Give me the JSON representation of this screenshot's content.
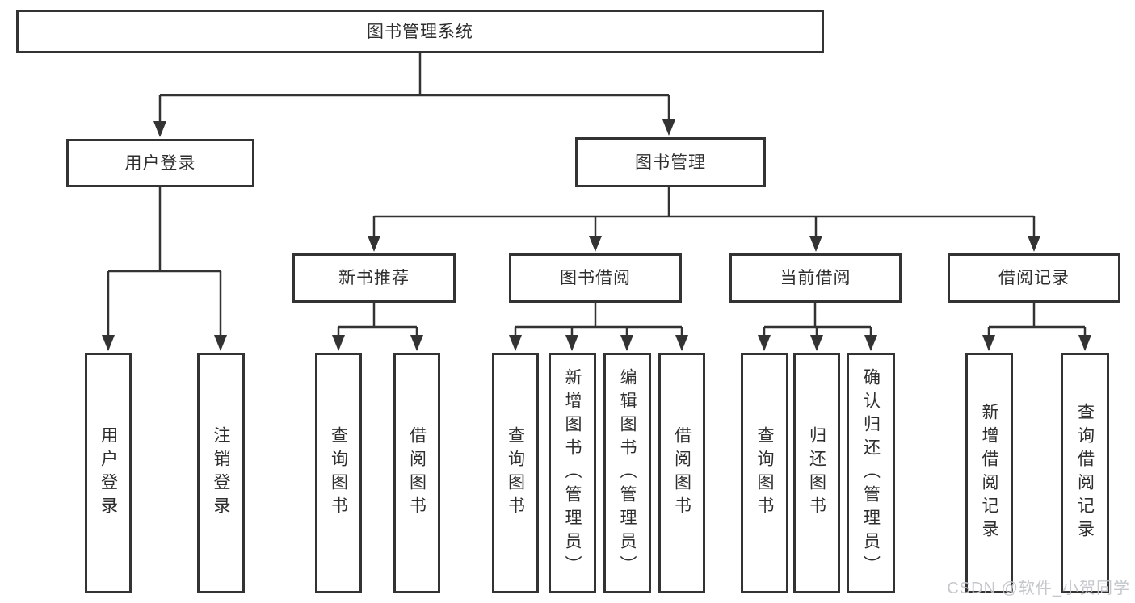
{
  "tree": {
    "root": {
      "label": "图书管理系统",
      "children": [
        {
          "label": "用户登录",
          "children": [
            {
              "label": "用户登录"
            },
            {
              "label": "注销登录"
            }
          ]
        },
        {
          "label": "图书管理",
          "children": [
            {
              "label": "新书推荐",
              "children": [
                {
                  "label": "查询图书"
                },
                {
                  "label": "借阅图书"
                }
              ]
            },
            {
              "label": "图书借阅",
              "children": [
                {
                  "label": "查询图书"
                },
                {
                  "label": "新增图书（管理员）"
                },
                {
                  "label": "编辑图书（管理员）"
                },
                {
                  "label": "借阅图书"
                }
              ]
            },
            {
              "label": "当前借阅",
              "children": [
                {
                  "label": "查询图书"
                },
                {
                  "label": "归还图书"
                },
                {
                  "label": "确认归还（管理员）"
                }
              ]
            },
            {
              "label": "借阅记录",
              "children": [
                {
                  "label": "新增借阅记录"
                },
                {
                  "label": "查询借阅记录"
                }
              ]
            }
          ]
        }
      ]
    }
  },
  "watermark": {
    "text": "CSDN @软件_小贺同学"
  },
  "colors": {
    "box_border": "#333333",
    "connector_line": "#333333",
    "text": "#2e2e2e",
    "background": "#ffffff",
    "watermark": "#c1c5ca"
  }
}
